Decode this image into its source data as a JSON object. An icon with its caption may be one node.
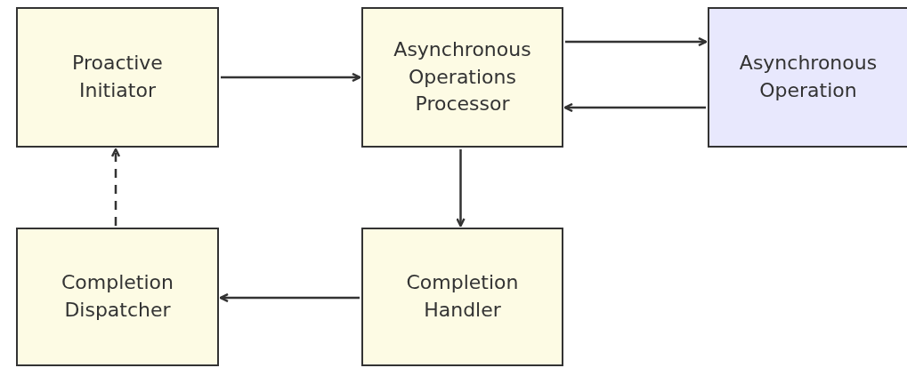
{
  "diagram": {
    "nodes": [
      {
        "text": [
          "Proactive Initiator"
        ]
      },
      {
        "text": [
          "Asynchronous Operations Processor"
        ]
      },
      {
        "text": [
          "Asynchronous Operation"
        ]
      },
      {
        "text": [
          "Completion Handler"
        ]
      },
      {
        "text": [
          "Completion Dispatcher"
        ]
      }
    ],
    "edges": [
      {
        "from": 0,
        "to": 1,
        "arrow": "to"
      },
      {
        "from": 1,
        "to": 2,
        "arrow": "to"
      },
      {
        "from": 2,
        "to": 1,
        "arrow": "to"
      },
      {
        "from": 1,
        "to": 3,
        "arrow": "to"
      },
      {
        "from": 3,
        "to": 4,
        "arrow": "to"
      },
      {
        "from": 4,
        "to": 0,
        "arrow": "to",
        "style": "dashed"
      }
    ]
  }
}
